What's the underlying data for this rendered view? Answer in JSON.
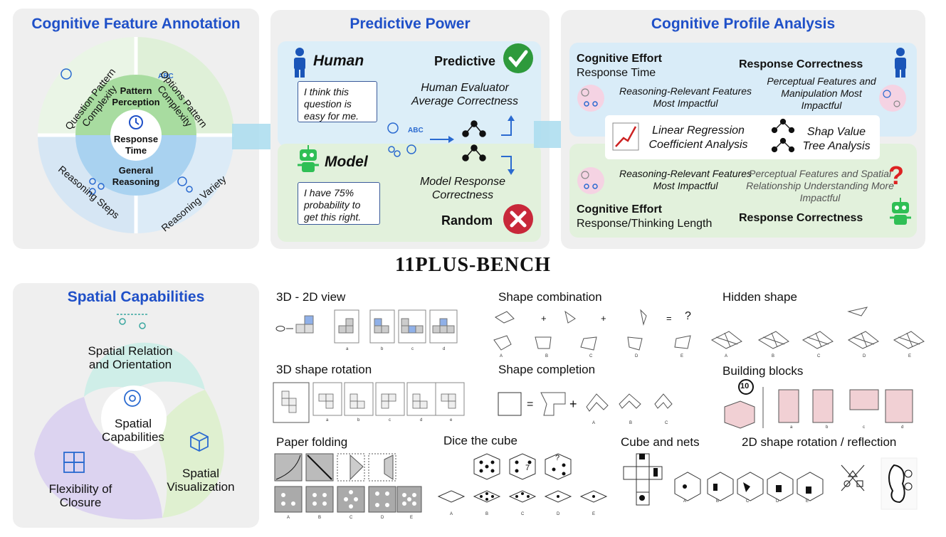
{
  "panel1": {
    "title": "Cognitive Feature Annotation",
    "q_pattern_complexity": "Question Pattern Complexity",
    "o_pattern_complexity": "Options Pattern Complexity",
    "pattern_perception": "Pattern Perception",
    "response_time": "Response Time",
    "general_reasoning": "General Reasoning",
    "reasoning_steps": "Reasoning Steps",
    "reasoning_variety": "Reasoning Variety"
  },
  "panel2": {
    "title": "Predictive Power",
    "human": "Human",
    "predictive": "Predictive",
    "human_bubble": "I think this question is easy for me.",
    "human_eval": "Human Evaluator Average Correctness",
    "model": "Model",
    "model_bubble": "I have 75% probability to get this right.",
    "model_resp": "Model Response Correctness",
    "random": "Random"
  },
  "panel3": {
    "title": "Cognitive Profile Analysis",
    "cog_effort_top": "Cognitive Effort",
    "response_time": "Response Time",
    "resp_correct_top": "Response Correctness",
    "rr_top": "Reasoning-Relevant Features Most Impactful",
    "pf_top": "Perceptual Features and Manipulation Most Impactful",
    "linreg": "Linear Regression Coefficient Analysis",
    "shap": "Shap Value Tree Analysis",
    "rr_bottom": "Reasoning-Relevant Features Most Impactful",
    "pf_bottom": "Perceptual Features and Spatial Relationship Understanding More Impactful",
    "cog_effort_bottom": "Cognitive Effort",
    "resp_len": "Response/Thinking Length",
    "resp_correct_bottom": "Response Correctness",
    "question_mark": "?"
  },
  "bench_title": "11PLUS-BENCH",
  "spatial": {
    "title": "Spatial Capabilities",
    "relation": "Spatial Relation and Orientation",
    "center": "Spatial Capabilities",
    "visualization": "Spatial Visualization",
    "closure": "Flexibility of Closure"
  },
  "tasks": {
    "view3d2d": "3D - 2D view",
    "shape_combination": "Shape combination",
    "hidden_shape": "Hidden shape",
    "shape_rotation_3d": "3D shape rotation",
    "shape_completion": "Shape completion",
    "building_blocks": "Building blocks",
    "paper_folding": "Paper folding",
    "dice": "Dice the cube",
    "cube_nets": "Cube and nets",
    "rotation_2d": "2D shape rotation / reflection"
  },
  "options": {
    "lower_abcd": [
      "a",
      "b",
      "c",
      "d"
    ],
    "lower_abcde": [
      "a",
      "b",
      "c",
      "d",
      "e"
    ],
    "upper_abcde": [
      "A",
      "B",
      "C",
      "D",
      "E"
    ]
  },
  "symbols": {
    "plus": "+",
    "equals": "=",
    "q": "?",
    "building_number": "10",
    "dice_seven": "7"
  },
  "colors": {
    "title_blue": "#1f50c8",
    "check_green": "#2e9a3c",
    "cross_red": "#c8283a",
    "model_green": "#2fbf55",
    "human_blue": "#1a55b8"
  }
}
